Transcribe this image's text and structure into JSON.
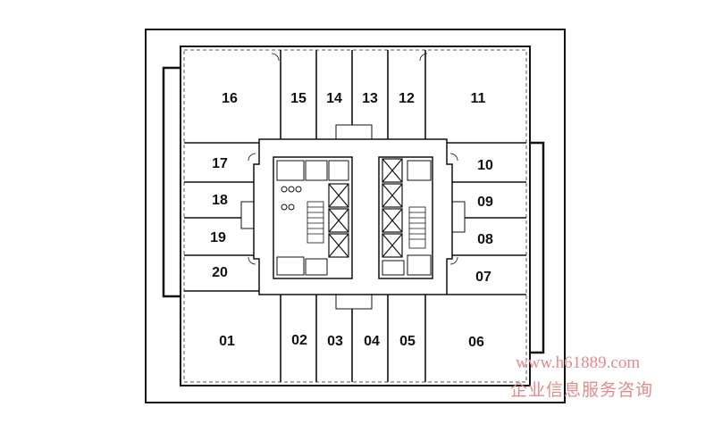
{
  "plan": {
    "units_top": [
      {
        "id": "16",
        "label": "16"
      },
      {
        "id": "15",
        "label": "15"
      },
      {
        "id": "14",
        "label": "14"
      },
      {
        "id": "13",
        "label": "13"
      },
      {
        "id": "12",
        "label": "12"
      },
      {
        "id": "11",
        "label": "11"
      }
    ],
    "units_left": [
      {
        "id": "17",
        "label": "17"
      },
      {
        "id": "18",
        "label": "18"
      },
      {
        "id": "19",
        "label": "19"
      },
      {
        "id": "20",
        "label": "20"
      }
    ],
    "units_right": [
      {
        "id": "10",
        "label": "10"
      },
      {
        "id": "09",
        "label": "09"
      },
      {
        "id": "08",
        "label": "08"
      },
      {
        "id": "07",
        "label": "07"
      }
    ],
    "units_bottom": [
      {
        "id": "01",
        "label": "01"
      },
      {
        "id": "02",
        "label": "02"
      },
      {
        "id": "03",
        "label": "03"
      },
      {
        "id": "04",
        "label": "04"
      },
      {
        "id": "05",
        "label": "05"
      },
      {
        "id": "06",
        "label": "06"
      }
    ],
    "colors": {
      "line": "#111111",
      "dash": "#333333",
      "core_fill": "#ffffff",
      "watermark": "#e28b8b"
    }
  },
  "watermark": {
    "url": "www.h61889.com",
    "name": "企业信息服务咨询"
  }
}
